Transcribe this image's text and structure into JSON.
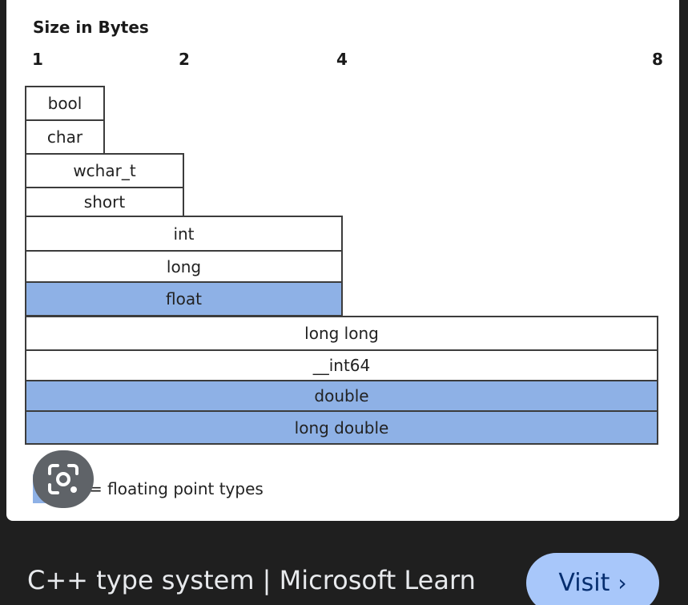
{
  "diagram": {
    "title": "Size in Bytes",
    "ticks": [
      "1",
      "2",
      "4",
      "8"
    ],
    "types": [
      {
        "label": "bool",
        "bytes": 1,
        "floating": false
      },
      {
        "label": "char",
        "bytes": 1,
        "floating": false
      },
      {
        "label": "wchar_t",
        "bytes": 2,
        "floating": false
      },
      {
        "label": "short",
        "bytes": 2,
        "floating": false
      },
      {
        "label": "int",
        "bytes": 4,
        "floating": false
      },
      {
        "label": "long",
        "bytes": 4,
        "floating": false
      },
      {
        "label": "float",
        "bytes": 4,
        "floating": true
      },
      {
        "label": "long long",
        "bytes": 8,
        "floating": false
      },
      {
        "label": "__int64",
        "bytes": 8,
        "floating": false
      },
      {
        "label": "double",
        "bytes": 8,
        "floating": true
      },
      {
        "label": "long double",
        "bytes": 8,
        "floating": true
      }
    ],
    "legend": "= floating point types",
    "floating_color": "#8eb1e6"
  },
  "lens_button": {
    "icon": "camera-search-icon"
  },
  "footer": {
    "title": "C++ type system | Microsoft Learn",
    "visit_label": "Visit",
    "visit_icon": "chevron-right-icon"
  }
}
